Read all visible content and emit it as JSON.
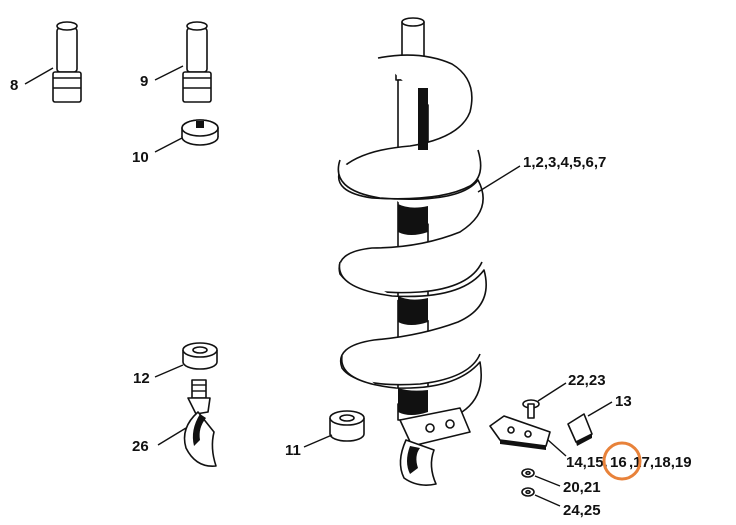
{
  "labels": {
    "p8": "8",
    "p9": "9",
    "p10": "10",
    "p12": "12",
    "p26": "26",
    "p11": "11",
    "auger": "1,2,3,4,5,6,7",
    "p22_23": "22,23",
    "p13": "13",
    "p14": "14,15,",
    "p16": "16",
    "p17": ",17,18,19",
    "p20_21": "20,21",
    "p24_25": "24,25"
  },
  "highlight": {
    "part": "16",
    "color": "#e8823a"
  }
}
